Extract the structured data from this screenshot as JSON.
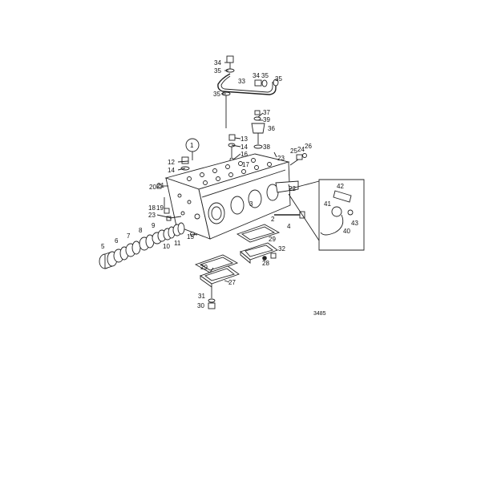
{
  "drawing_number": "3485",
  "callout_circle": "1",
  "labels": {
    "p2": "2",
    "p3": "3",
    "p4": "4",
    "p5": "5",
    "p6": "6",
    "p7": "7",
    "p8": "8",
    "p9": "9",
    "p10": "10",
    "p11": "11",
    "p12": "12",
    "p13": "13",
    "p14a": "14",
    "p14b": "14",
    "p15": "15",
    "p16": "16",
    "p17": "17",
    "p18": "18",
    "p19": "19",
    "p20": "20",
    "p21": "21",
    "p22": "22",
    "p23a": "23",
    "p23b": "23",
    "p24": "24",
    "p25": "25",
    "p26": "26",
    "p27": "27",
    "p28": "28",
    "p29a": "29",
    "p29b": "29",
    "p30": "30",
    "p31": "31",
    "p32": "32",
    "p33": "33",
    "p34a": "34",
    "p34b": "34",
    "p35a": "35",
    "p35b": "35",
    "p35c": "35",
    "p35d": "35",
    "p36": "36",
    "p37": "37",
    "p38": "38",
    "p39": "39",
    "p40": "40",
    "p41": "41",
    "p42": "42",
    "p43": "43"
  }
}
